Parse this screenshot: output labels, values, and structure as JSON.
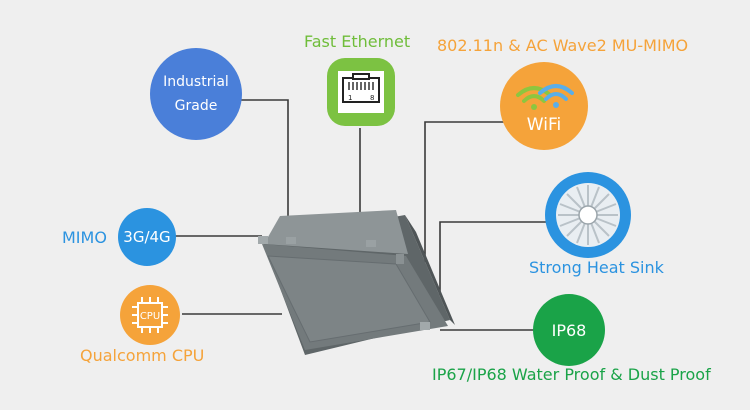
{
  "features": {
    "industrial": {
      "line1": "Industrial",
      "line2": "Grade",
      "color": "#4a7fd9"
    },
    "ethernet": {
      "label": "Fast Ethernet",
      "pin_left": "1",
      "pin_right": "8",
      "color": "#7cc242",
      "label_color": "#6fbd3a"
    },
    "wifi": {
      "label": "802.11n & AC Wave2 MU-MIMO",
      "badge": "WiFi",
      "color": "#f5a33a",
      "label_color": "#f5a33a"
    },
    "heatsink": {
      "label": "Strong Heat Sink",
      "color": "#2b93e0"
    },
    "mimo": {
      "label": "MIMO",
      "badge": "3G/4G",
      "color": "#2b93e0"
    },
    "cpu": {
      "label": "Qualcomm CPU",
      "chip": "CPU",
      "color": "#f5a33a"
    },
    "ip68": {
      "badge": "IP68",
      "label": "IP67/IP68 Water Proof & Dust Proof",
      "color": "#1aa348"
    }
  },
  "colors": {
    "background": "#efefef",
    "connector": "#3a3a3a",
    "device": "#6e7578"
  }
}
